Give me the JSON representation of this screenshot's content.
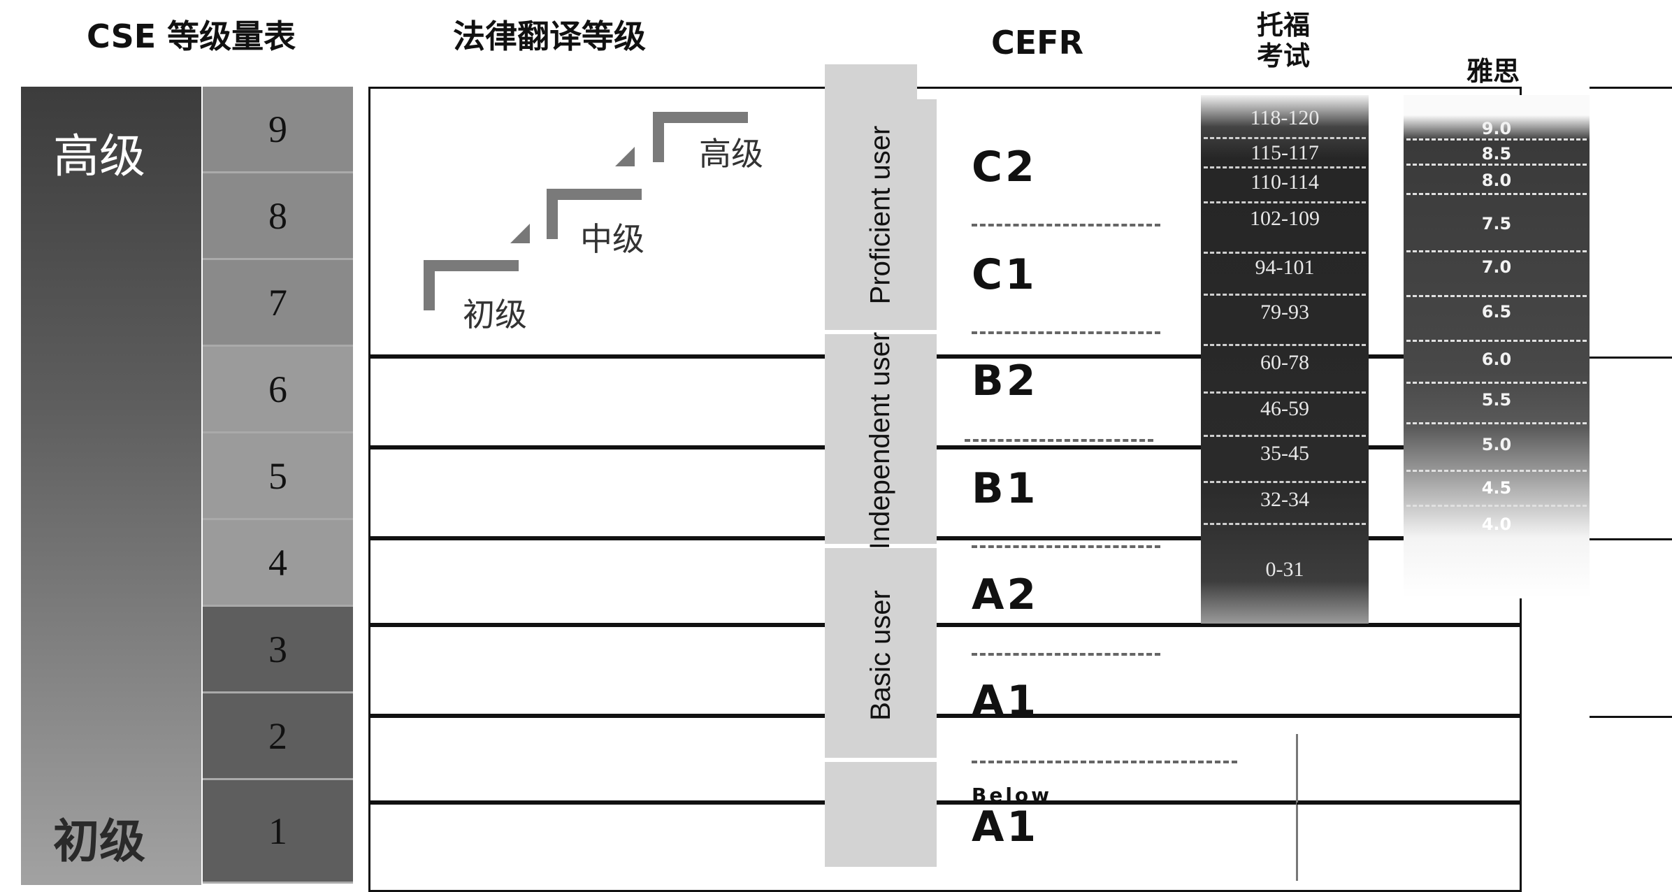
{
  "headers": {
    "cse": "CSE 等级量表",
    "law": "法律翻译等级",
    "cefr": "CEFR",
    "toefl": "托福\n考试",
    "ielts": "雅思"
  },
  "cse": {
    "high_label": "高级",
    "low_label": "初级",
    "levels": [
      "9",
      "8",
      "7",
      "6",
      "5",
      "4",
      "3",
      "2",
      "1"
    ],
    "level_colors": [
      "#8a8a8a",
      "#8a8a8a",
      "#8a8a8a",
      "#9b9b9b",
      "#9b9b9b",
      "#9b9b9b",
      "#5e5e5e",
      "#5e5e5e",
      "#5e5e5e"
    ]
  },
  "law": {
    "stairs": [
      "初级",
      "中级",
      "高级"
    ]
  },
  "cefr": {
    "bands": [
      "Proficient user",
      "Independent user",
      "Basic user"
    ],
    "levels": [
      "C2",
      "C1",
      "B2",
      "B1",
      "A2",
      "A1"
    ],
    "below_top": "Below",
    "below_bottom": "A1"
  },
  "toefl": {
    "scores": [
      "118-120",
      "115-117",
      "110-114",
      "102-109",
      "94-101",
      "79-93",
      "60-78",
      "46-59",
      "35-45",
      "32-34",
      "0-31"
    ]
  },
  "ielts": {
    "scores": [
      "9.0",
      "8.5",
      "8.0",
      "7.5",
      "7.0",
      "6.5",
      "6.0",
      "5.5",
      "5.0",
      "4.5",
      "4.0"
    ]
  }
}
